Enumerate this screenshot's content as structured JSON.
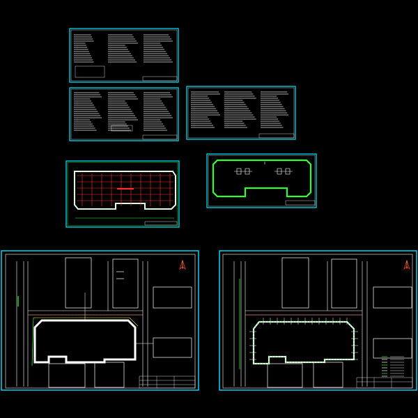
{
  "app": {
    "view": "model-space-overview",
    "background_color": "#000000"
  },
  "colors": {
    "frame_cyan": "#00e5ff",
    "frame_white": "#ffffff",
    "wall_green": "#33ff33",
    "accent_red": "#ff3030",
    "accent_yellow": "#ffff33",
    "text_white": "#e6e6e6"
  },
  "sheets": [
    {
      "id": "notes-sheet-1",
      "type": "text-notes",
      "frame_color": "#00e5ff"
    },
    {
      "id": "notes-sheet-2",
      "type": "text-notes",
      "frame_color": "#00e5ff"
    },
    {
      "id": "notes-sheet-3",
      "type": "text-notes",
      "frame_color": "#00e5ff"
    },
    {
      "id": "retaining-wall-plan-colored",
      "type": "plan-drawing",
      "frame_color": "#00e5ff"
    },
    {
      "id": "pit-outline-plan",
      "type": "plan-drawing",
      "frame_color": "#00e5ff"
    },
    {
      "id": "site-plan-left",
      "type": "site-plan",
      "frame_color": "#00e5ff"
    },
    {
      "id": "site-plan-right",
      "type": "site-plan",
      "frame_color": "#00e5ff"
    }
  ],
  "icons": {
    "north_arrow": "north-arrow-icon"
  }
}
